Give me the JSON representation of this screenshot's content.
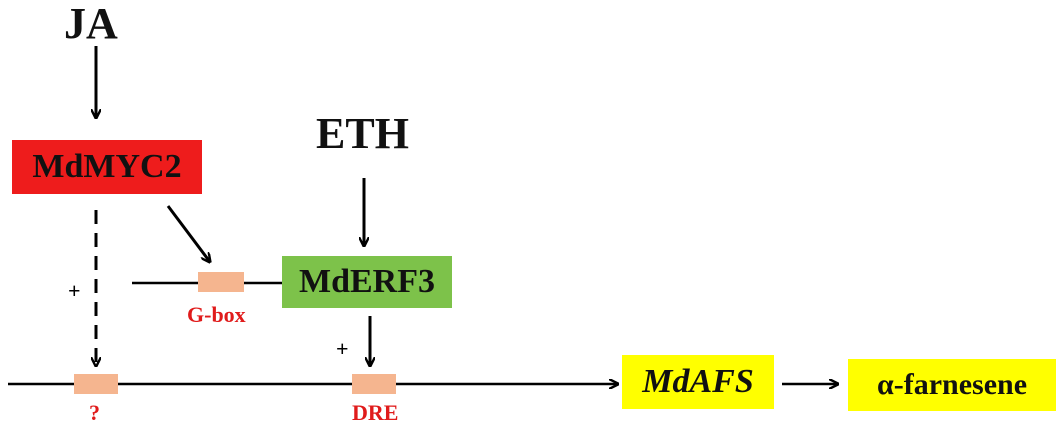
{
  "signals": {
    "ja": "JA",
    "eth": "ETH"
  },
  "nodes": {
    "mdmyc2": {
      "label": "MdMYC2",
      "color": "#ee1c1c"
    },
    "mderf3": {
      "label": "MdERF3",
      "color": "#7dc24a"
    },
    "mdafs": {
      "label": "MdAFS",
      "color": "#ffff00"
    },
    "farnesene": {
      "label": "α-farnesene",
      "color": "#ffff00"
    }
  },
  "sites": {
    "gbox": "G-box",
    "unknown": "?",
    "dre": "DRE",
    "site_color": "#f5b58f",
    "label_color": "#e01b1b"
  },
  "effects": {
    "myc2_to_unknown": "+",
    "erf3_to_dre": "+"
  }
}
